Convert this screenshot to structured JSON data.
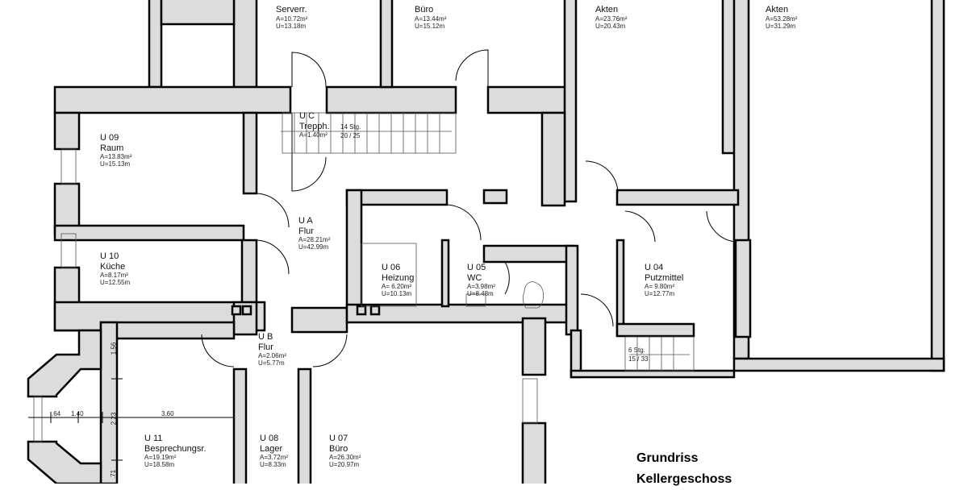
{
  "rooms": [
    {
      "name": "Serverr.",
      "area": "A=10.72m²",
      "perimeter": "U=13.18m"
    },
    {
      "name": "Büro",
      "area": "A=13.44m²",
      "perimeter": "U=15.12m"
    },
    {
      "name": "Akten",
      "area": "A=23.76m²",
      "perimeter": "U=20.43m"
    },
    {
      "name": "Akten",
      "area": "A=53.28m²",
      "perimeter": "U=31.29m"
    },
    {
      "id": "U 09",
      "name": "Raum",
      "area": "A=13.83m²",
      "perimeter": "U=15.13m"
    },
    {
      "id": "U C",
      "name": "Trepph.",
      "area": "A=1.40m²"
    },
    {
      "id": "U A",
      "name": "Flur",
      "area": "A=28.21m²",
      "perimeter": "U=42.99m"
    },
    {
      "id": "U 10",
      "name": "Küche",
      "area": "A=8.17m²",
      "perimeter": "U=12.55m"
    },
    {
      "id": "U 06",
      "name": "Heizung",
      "area": "A=  6.20m²",
      "perimeter": "U=10.13m"
    },
    {
      "id": "U 05",
      "name": "WC",
      "area": "A=3.98m²",
      "perimeter": "U=8.48m"
    },
    {
      "id": "U 04",
      "name": "Putzmittel",
      "area": "A=  9.80m²",
      "perimeter": "U=12.77m"
    },
    {
      "id": "U B",
      "name": "Flur",
      "area": "A=2.06m²",
      "perimeter": "U=5.77m"
    },
    {
      "id": "U 11",
      "name": "Besprechungsr.",
      "area": "A=19.19m²",
      "perimeter": "U=18.58m"
    },
    {
      "id": "U 08",
      "name": "Lager",
      "area": "A=3.72m²",
      "perimeter": "U=8.33m"
    },
    {
      "id": "U 07",
      "name": "Büro",
      "area": "A=26.30m²",
      "perimeter": "U=20.97m"
    }
  ],
  "stairs": [
    {
      "steps": "14 Stg.",
      "ratio": "20 / 25"
    },
    {
      "steps": "6 Stg.",
      "ratio": "15 / 33"
    }
  ],
  "dimensions": {
    "d1": "1.56",
    "d2": "2.23",
    "d3": ".71",
    "d4": ".64",
    "d5": "1.40",
    "d6": "3.60"
  },
  "title": {
    "line1": "Grundriss",
    "line2": "Kellergeschoss"
  },
  "colors": {
    "wall_fill": "#dcdcdc",
    "wall_stroke": "#000000"
  }
}
